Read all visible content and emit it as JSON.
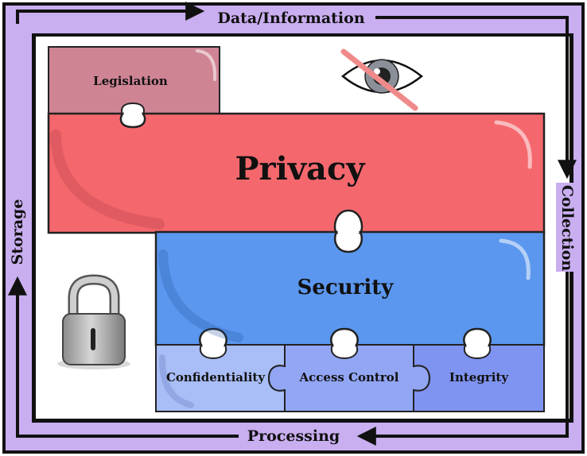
{
  "cycle": {
    "top_label": "Data/Information",
    "right_label": "Collection",
    "bottom_label": "Processing",
    "left_label": "Storage"
  },
  "pieces": {
    "legislation": "Legislation",
    "privacy": "Privacy",
    "security": "Security",
    "confidentiality": "Confidentiality",
    "access_control": "Access Control",
    "integrity": "Integrity"
  },
  "icons": {
    "eye": "crossed-out-eye-icon",
    "lock": "padlock-icon"
  },
  "colors": {
    "frame": "#c9aef0",
    "legislation": "#cf8494",
    "privacy": "#f4686d",
    "security": "#5b97ee",
    "confidentiality": "#a9bdf6",
    "access_control": "#92a6f4",
    "integrity": "#7f93f0"
  }
}
